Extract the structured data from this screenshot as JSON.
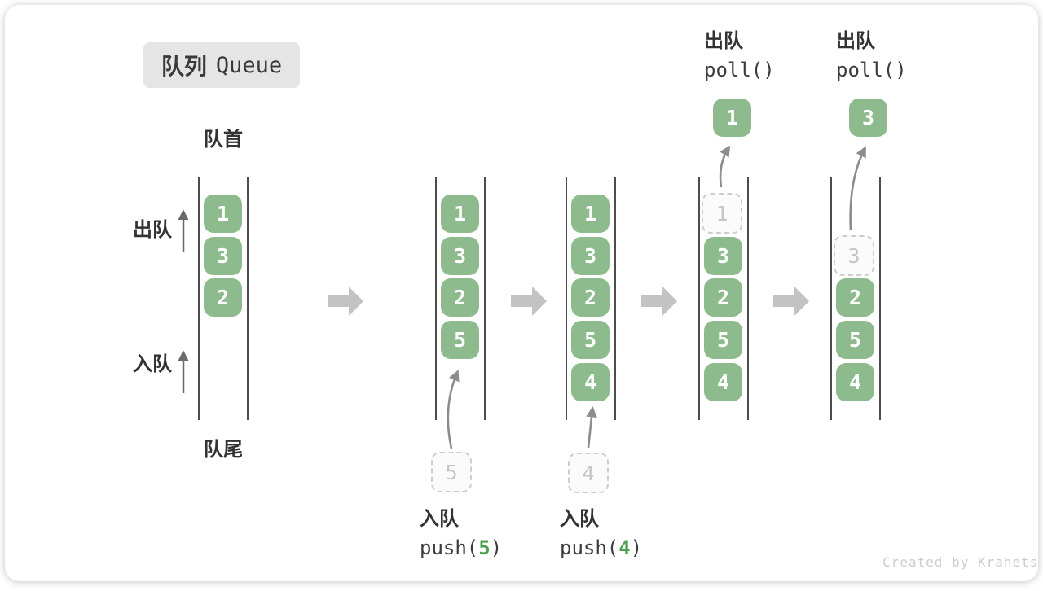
{
  "title": {
    "zh": "队列",
    "en": "Queue"
  },
  "labels": {
    "front": "队首",
    "rear": "队尾",
    "dequeue_side": "出队",
    "enqueue_side": "入队"
  },
  "states": {
    "s1": {
      "cells": [
        "1",
        "3",
        "2"
      ]
    },
    "s2": {
      "cells": [
        "1",
        "3",
        "2",
        "5"
      ],
      "staged": "5",
      "op": {
        "zh": "入队",
        "pre": "push(",
        "num": "5",
        "post": ")"
      }
    },
    "s3": {
      "cells": [
        "1",
        "3",
        "2",
        "5",
        "4"
      ],
      "staged": "4",
      "op": {
        "zh": "入队",
        "pre": "push(",
        "num": "4",
        "post": ")"
      }
    },
    "s4": {
      "ghost": "1",
      "cells": [
        "3",
        "2",
        "5",
        "4"
      ],
      "popped": "1",
      "op": {
        "zh": "出队",
        "code": "poll()"
      }
    },
    "s5": {
      "ghost": "3",
      "cells": [
        "2",
        "5",
        "4"
      ],
      "popped": "3",
      "op": {
        "zh": "出队",
        "code": "poll()"
      }
    }
  },
  "watermark": "Created by Krahets",
  "colors": {
    "cell_green": "#8dbb8d",
    "accent_green": "#4fa14f",
    "block_arrow_gray": "#c3c3c3",
    "wall_line": "#4d4d4d",
    "ghost_border": "#cdcdcd",
    "title_bg": "#e5e5e5"
  }
}
